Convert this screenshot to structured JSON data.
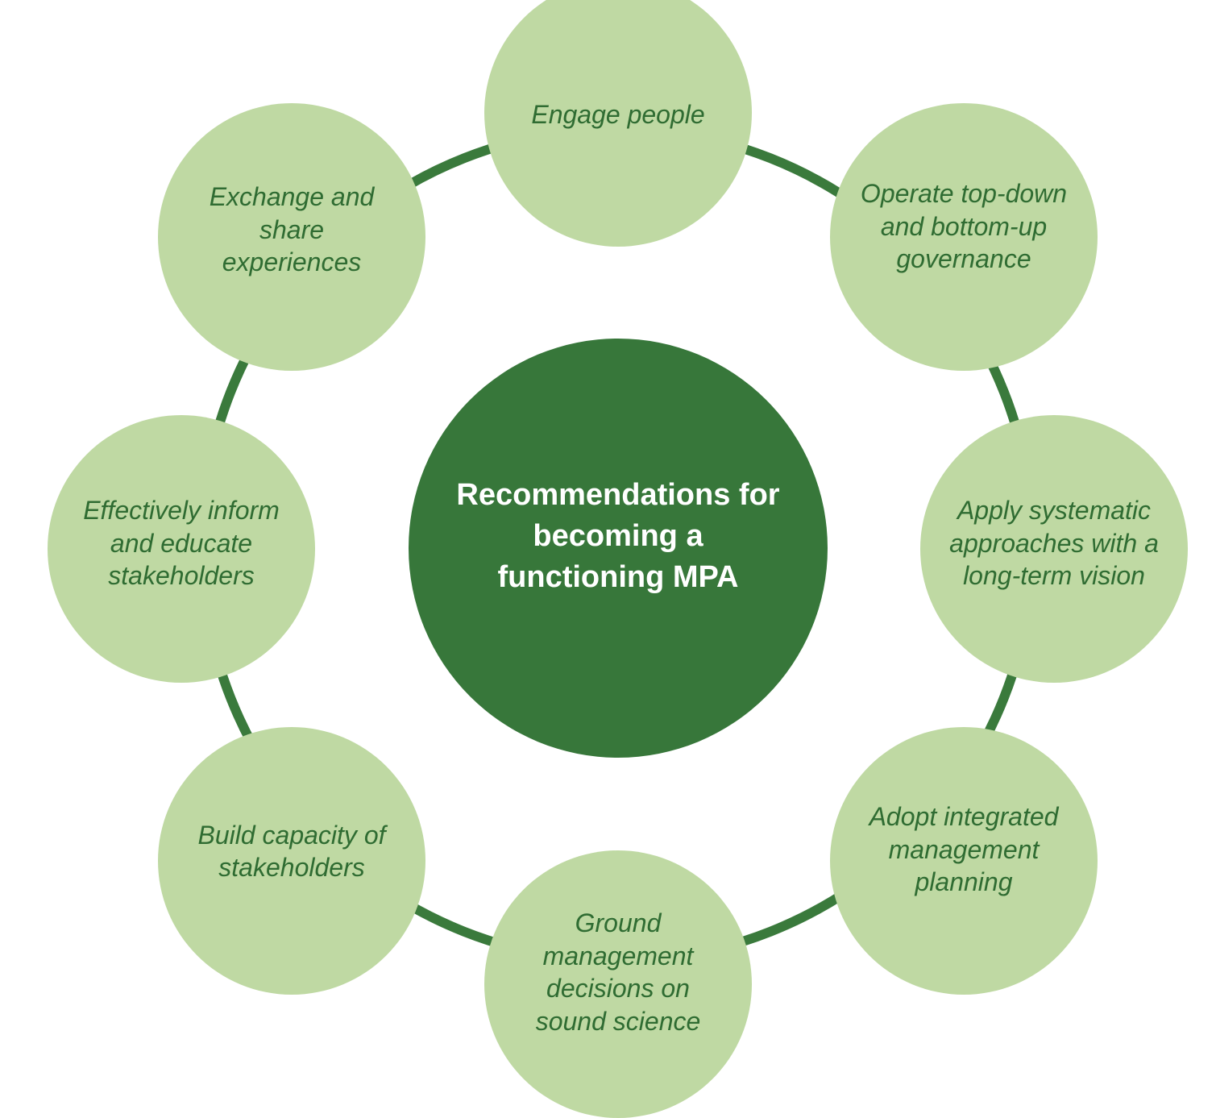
{
  "center": {
    "label": "Recommendations for becoming a functioning MPA"
  },
  "nodes": [
    {
      "label": "Engage people"
    },
    {
      "label": "Operate top-down and bottom-up governance"
    },
    {
      "label": "Apply systematic approaches with a long-term vision"
    },
    {
      "label": "Adopt integrated management planning"
    },
    {
      "label": "Ground management decisions on sound science"
    },
    {
      "label": "Build capacity of stakeholders"
    },
    {
      "label": "Effectively inform and educate stakeholders"
    },
    {
      "label": "Exchange and share experiences"
    }
  ],
  "colors": {
    "center_fill": "#37773a",
    "node_fill": "#bfd9a3",
    "ring": "#3a7a3c",
    "node_text": "#2f6c32",
    "center_text": "#ffffff"
  }
}
